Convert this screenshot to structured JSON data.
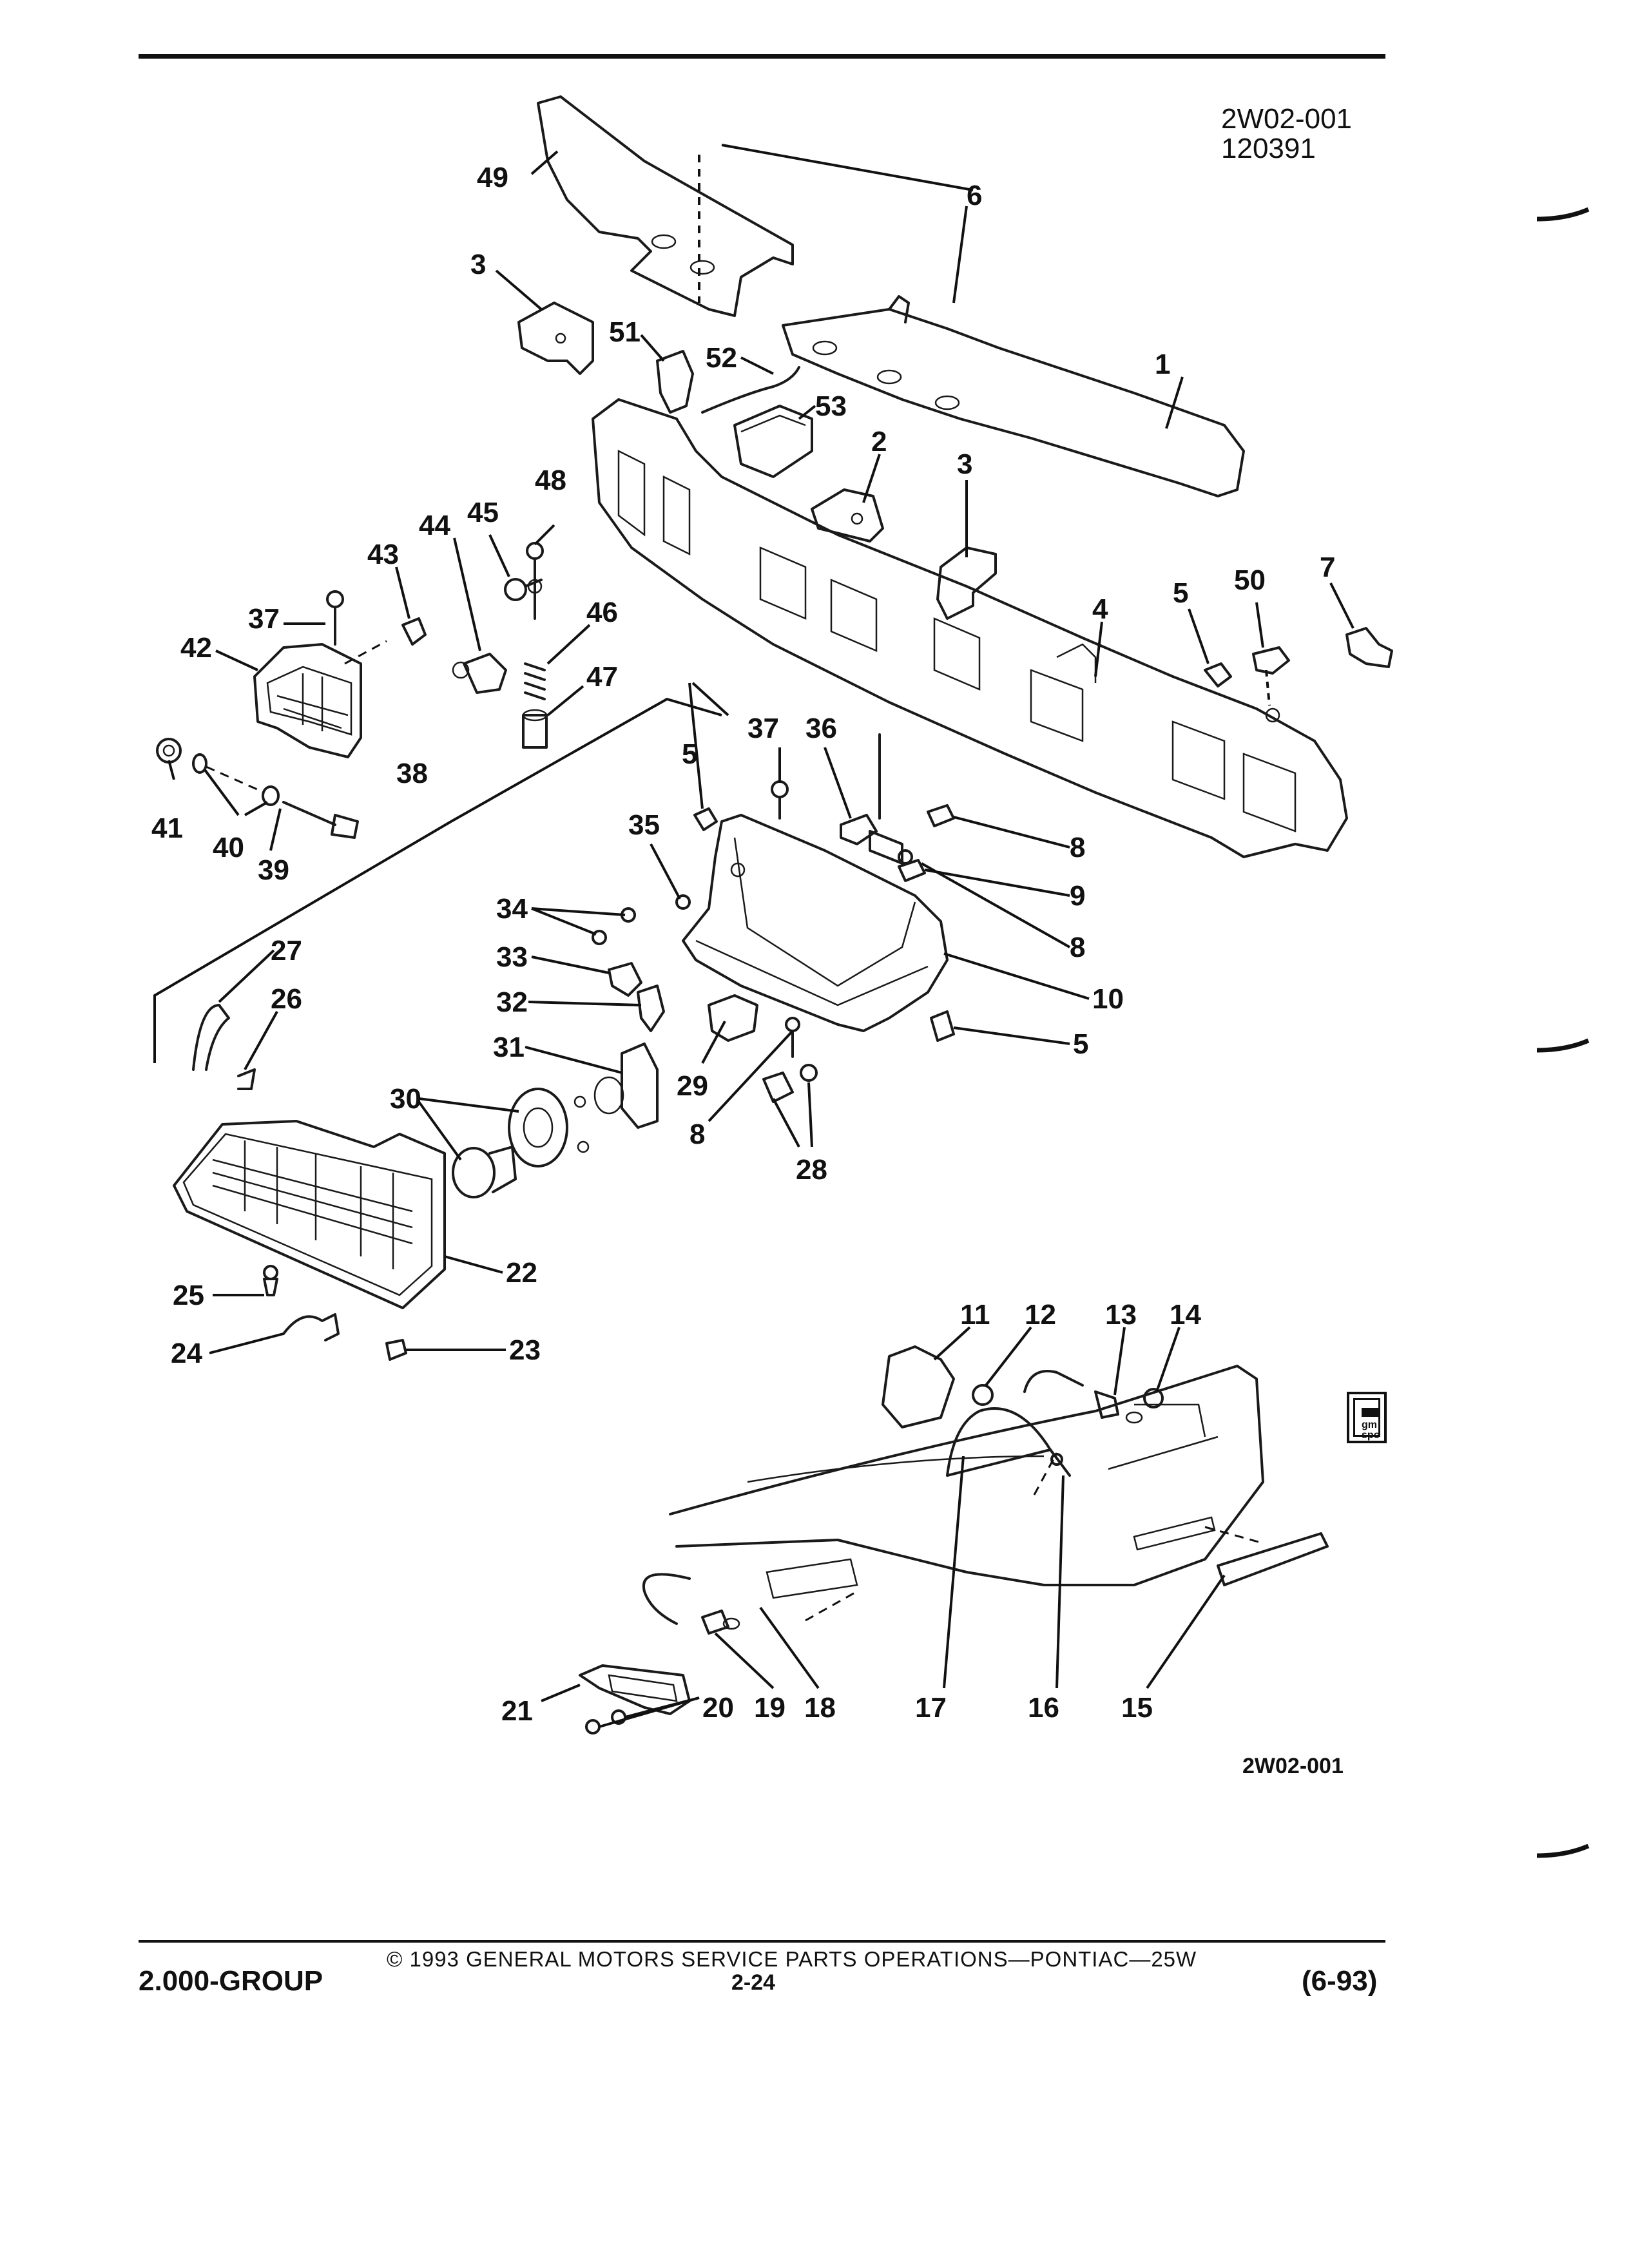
{
  "document": {
    "illustration_code_top": "2W02-001",
    "illustration_date_code": "120391",
    "illustration_code_bottom": "2W02-001",
    "footer_copyright": "© 1993 GENERAL MOTORS SERVICE PARTS OPERATIONS—PONTIAC—25W",
    "footer_group": "2.000-GROUP",
    "footer_page": "2-24",
    "footer_date": "(6-93)",
    "logo_text_top": "gm",
    "logo_text_bottom": "spo"
  },
  "callouts": [
    "1",
    "2",
    "3",
    "3",
    "4",
    "5",
    "5",
    "5",
    "6",
    "7",
    "8",
    "8",
    "8",
    "9",
    "10",
    "11",
    "12",
    "13",
    "14",
    "15",
    "16",
    "17",
    "18",
    "19",
    "20",
    "21",
    "22",
    "23",
    "24",
    "25",
    "26",
    "27",
    "28",
    "29",
    "30",
    "31",
    "32",
    "33",
    "34",
    "35",
    "36",
    "37",
    "37",
    "38",
    "39",
    "40",
    "41",
    "42",
    "43",
    "44",
    "45",
    "46",
    "47",
    "48",
    "49",
    "50",
    "51",
    "52",
    "53"
  ]
}
